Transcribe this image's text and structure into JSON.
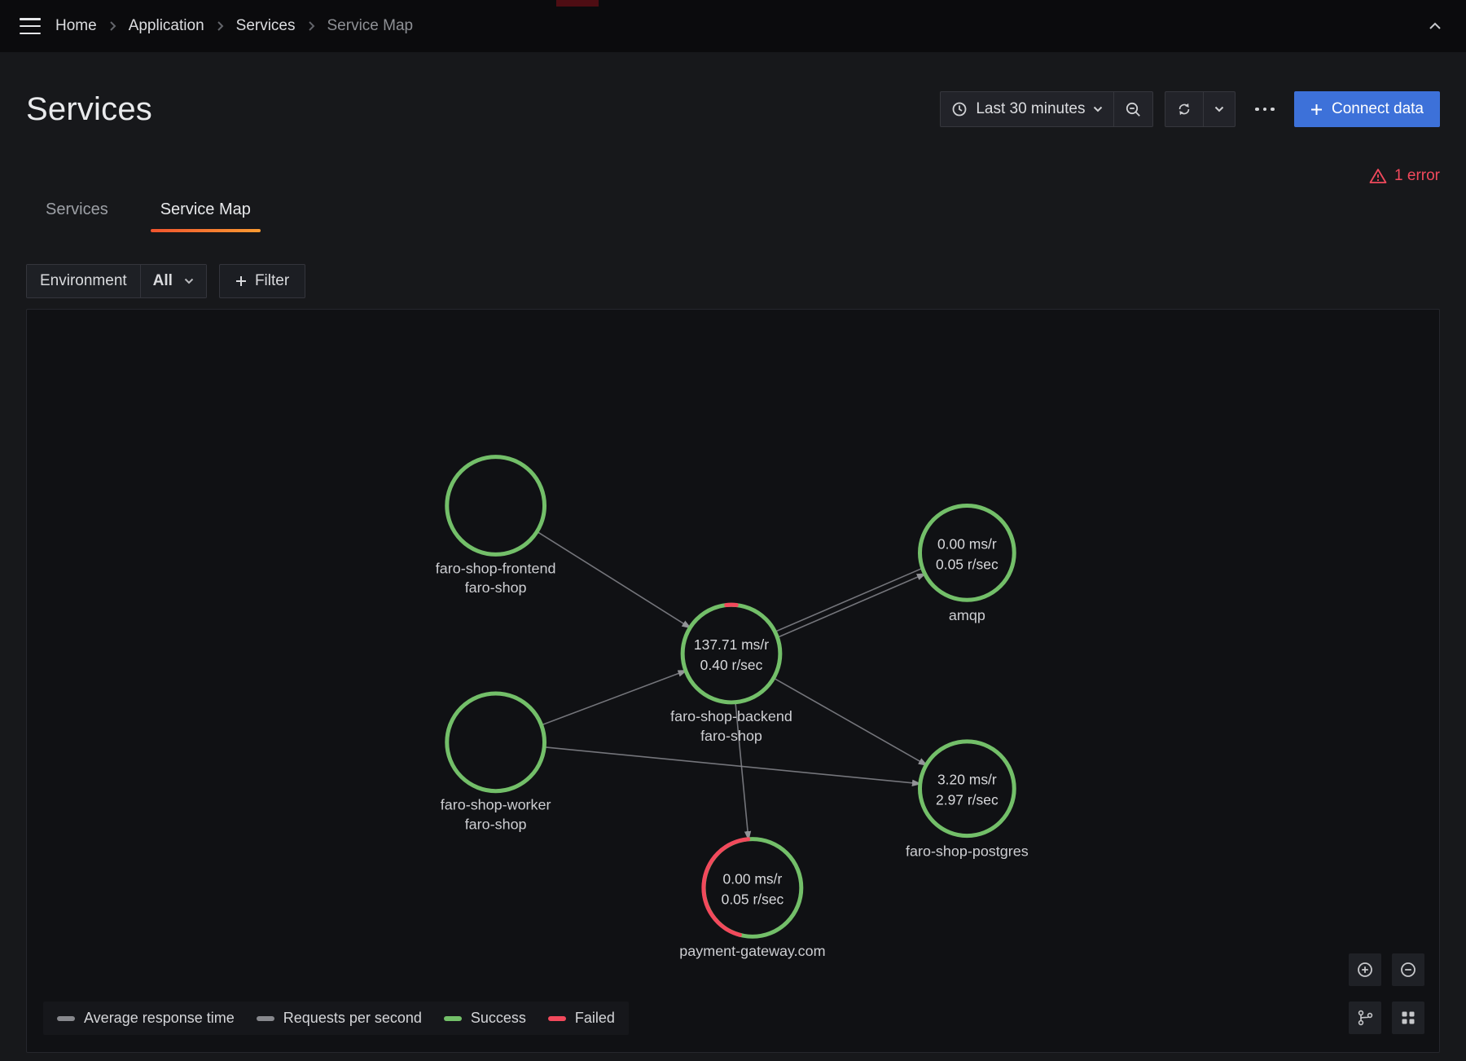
{
  "nav": {
    "breadcrumbs": [
      {
        "label": "Home"
      },
      {
        "label": "Application"
      },
      {
        "label": "Services"
      },
      {
        "label": "Service Map"
      }
    ]
  },
  "page": {
    "title": "Services"
  },
  "toolbar": {
    "time_range_label": "Last 30 minutes",
    "connect_data_label": "Connect data"
  },
  "alerts": {
    "error_label": "1 error"
  },
  "tabs": {
    "items": [
      {
        "label": "Services"
      },
      {
        "label": "Service Map"
      }
    ],
    "active": "Service Map"
  },
  "filters": {
    "environment_label": "Environment",
    "environment_value": "All",
    "add_filter_label": "Filter"
  },
  "service_map": {
    "nodes": [
      {
        "name": "faro-shop-frontend",
        "namespace": "faro-shop",
        "status": "success"
      },
      {
        "name": "faro-shop-backend",
        "namespace": "faro-shop",
        "avg_response": "137.71 ms/r",
        "rate": "0.40 r/sec",
        "status": "mostly-success"
      },
      {
        "name": "amqp",
        "avg_response": "0.00 ms/r",
        "rate": "0.05 r/sec",
        "status": "success"
      },
      {
        "name": "faro-shop-worker",
        "namespace": "faro-shop",
        "status": "success"
      },
      {
        "name": "faro-shop-postgres",
        "avg_response": "3.20 ms/r",
        "rate": "2.97 r/sec",
        "status": "success"
      },
      {
        "name": "payment-gateway.com",
        "avg_response": "0.00 ms/r",
        "rate": "0.05 r/sec",
        "status": "partial-failure"
      }
    ],
    "edges": [
      {
        "from": "faro-shop-frontend",
        "to": "faro-shop-backend"
      },
      {
        "from": "faro-shop-backend",
        "to": "amqp"
      },
      {
        "from": "faro-shop-worker",
        "to": "faro-shop-backend"
      },
      {
        "from": "faro-shop-worker",
        "to": "faro-shop-postgres"
      },
      {
        "from": "faro-shop-backend",
        "to": "faro-shop-postgres"
      },
      {
        "from": "faro-shop-backend",
        "to": "payment-gateway.com"
      }
    ]
  },
  "legend": {
    "items": [
      {
        "label": "Average response time",
        "color": "#87888d"
      },
      {
        "label": "Requests per second",
        "color": "#87888d"
      },
      {
        "label": "Success",
        "color": "#73BF69"
      },
      {
        "label": "Failed",
        "color": "#F2495C"
      }
    ]
  },
  "colors": {
    "primary_button": "#3D71D9",
    "tab_accent": "#FF7A2F",
    "success": "#73BF69",
    "error": "#F2495C"
  }
}
